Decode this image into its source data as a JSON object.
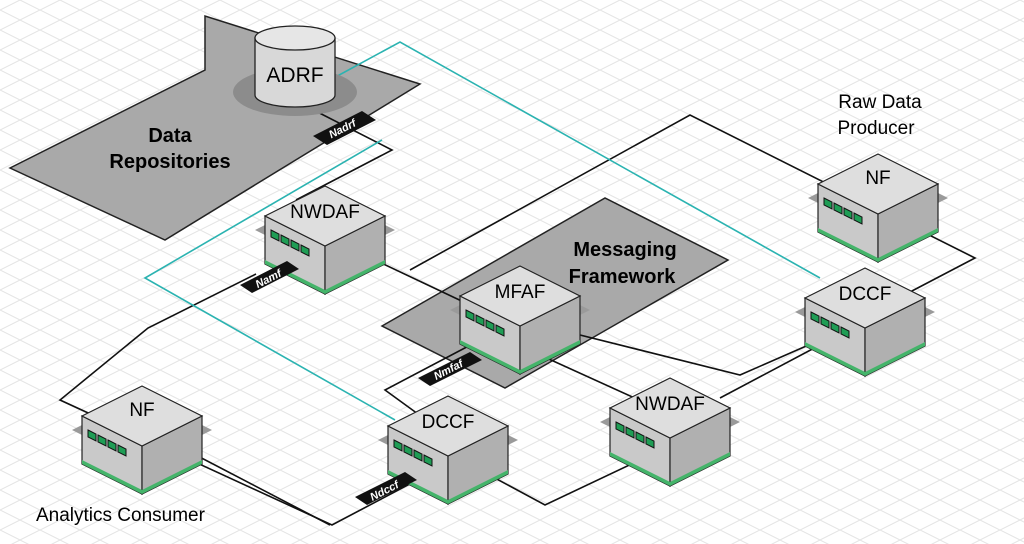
{
  "regions": {
    "data_repositories": "Data Repositories",
    "data_repositories_line1": "Data",
    "data_repositories_line2": "Repositories",
    "messaging_framework_line1": "Messaging",
    "messaging_framework_line2": "Framework"
  },
  "captions": {
    "raw_data_producer_line1": "Raw Data",
    "raw_data_producer_line2": "Producer",
    "analytics_consumer": "Analytics Consumer"
  },
  "nodes": {
    "adrf": "ADRF",
    "nwdaf_top": "NWDAF",
    "mfaf": "MFAF",
    "nf_producer": "NF",
    "dccf_right": "DCCF",
    "nf_consumer": "NF",
    "dccf_bottom": "DCCF",
    "nwdaf_bottom": "NWDAF"
  },
  "interfaces": {
    "nadrf": "Nadrf",
    "namf": "Namf",
    "nmfaf": "Nmfaf",
    "ndccf": "Ndccf"
  },
  "colors": {
    "grid": "#e4e4e4",
    "region_fill": "#a9a9a9",
    "box_top": "#d9d9d9",
    "box_side": "#bdbdbd",
    "led": "#1f9d55",
    "teal_link": "#2bb3b1",
    "link": "#111111"
  }
}
